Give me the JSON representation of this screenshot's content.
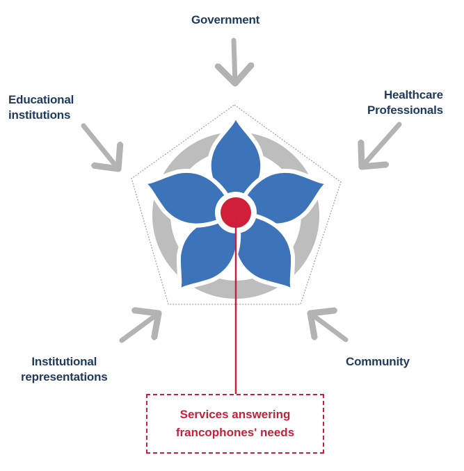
{
  "stakeholders": {
    "government": "Government",
    "education_line1": "Educational",
    "education_line2": "institutions",
    "healthcare_line1": "Healthcare",
    "healthcare_line2": "Professionals",
    "community": "Community",
    "institutional_line1": "Institutional",
    "institutional_line2": "representations"
  },
  "outcome": {
    "line1": "Services answering",
    "line2": "francophones' needs"
  },
  "colors": {
    "label_text": "#1f3a5c",
    "arrow": "#b3b3b3",
    "flower_blue": "#3d74b9",
    "ring_gray": "#bdbdbd",
    "center_red": "#d11f3a",
    "accent_red": "#c8203a",
    "pentagon_outline": "#9aa8bb"
  },
  "icons": {
    "center_logo": "flower-emblem-icon",
    "arrows": "arrow-icon"
  }
}
